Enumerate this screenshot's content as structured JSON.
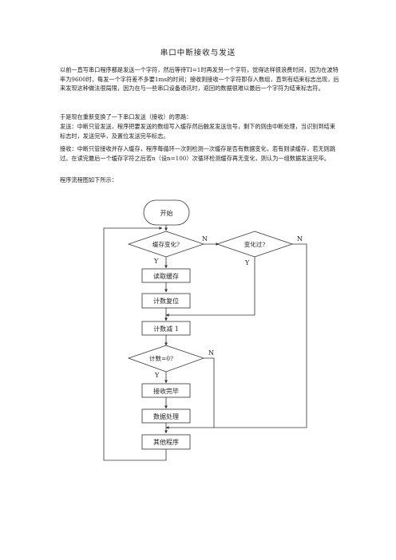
{
  "doc": {
    "title": "串口中断接收与发送",
    "paragraphs": [
      "以前一直写串口程序都是发送一个字符，然后等待TI=1时再发另一个字符，觉得这样很浪费时间，因为在波特率为9600时，每发一个字符差不多要1ms的时间；接收则接收一个字符即存入数组，直到有结束标志出现，后来发现这种做法很局限，因为在与一些串口设备通讯时，返回的数据很难以最后一个字符为结束标志符。",
      "于是现在重新变换了一下串口发送（接收）的思路：",
      "发送：中断只管发送，程序把要发送的数组写入缓存然后触发发送信号，剩下的则由中断处理，当识别到结束标志时，发送完毕，及置位发送完毕标志。",
      "接收：中断只管接收并存入缓存，程序每循环一次则检测一次缓存是否有数据变化，若有则读缓存，若无则跳过。在读完最后一个缓存字符之后若n（设n=100）次循环检测缓存再无变化，则认为一组数据发送完毕。",
      "程序流程图如下所示："
    ]
  },
  "flowchart": {
    "start": "开始",
    "decision1": "缓存变化?",
    "decision2": "变化过?",
    "read_buffer": "读取缓存",
    "reset_count": "计数复位",
    "decrement": "计数减 1",
    "decision3": "计数=0?",
    "receive_done": "接收完毕",
    "process_data": "数据处理",
    "other_program": "其他程序",
    "yes": "Y",
    "no": "N"
  }
}
